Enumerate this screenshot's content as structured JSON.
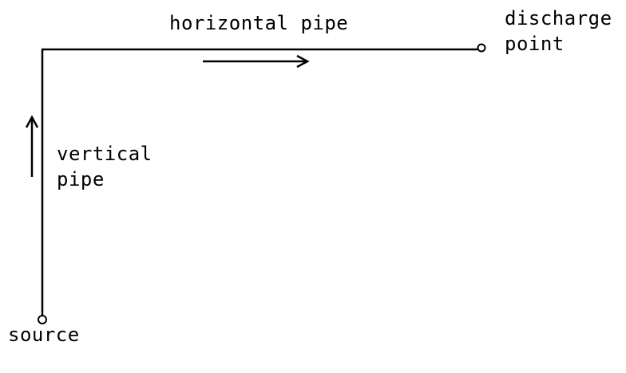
{
  "diagram": {
    "labels": {
      "horizontal_pipe": "horizontal pipe",
      "discharge_line1": "discharge",
      "discharge_line2": "point",
      "vertical_line1": "vertical",
      "vertical_line2": "pipe",
      "source": "source"
    },
    "line_color": "#000000"
  }
}
